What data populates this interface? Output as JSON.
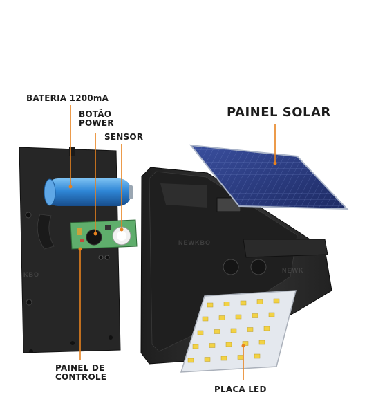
{
  "labels": {
    "bateria": "BATERIA 1200mA",
    "botao_line1": "BOTÃO",
    "botao_line2": "POWER",
    "sensor": "SENSOR",
    "painel_solar": "PAINEL SOLAR",
    "painel_controle_line1": "PAINEL DE",
    "painel_controle_line2": "CONTROLE",
    "placa_led": "PLACA LED"
  },
  "watermarks": [
    "KBO",
    "NEWKBO",
    "NEWK"
  ],
  "colors": {
    "leader_line": "#e8821e",
    "battery_blue": "#2f86d6",
    "pcb_green": "#5fae6c",
    "housing": "#2b2b2b",
    "solar_cell": "#2c3f86",
    "led_board": "#e4e8ee",
    "led_chip": "#f2d245"
  }
}
